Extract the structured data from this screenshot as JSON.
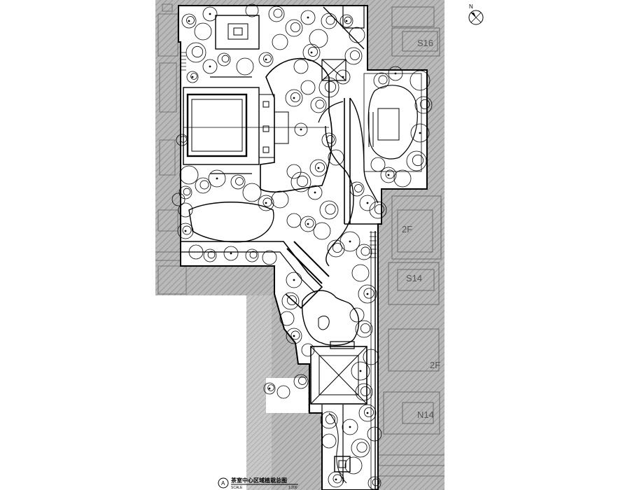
{
  "north_arrow": {
    "letter": "N"
  },
  "buildings": [
    {
      "label": "S16"
    },
    {
      "label": "2F"
    },
    {
      "label": "S14"
    },
    {
      "label": "2F"
    },
    {
      "label": "N14"
    }
  ],
  "title_block": {
    "marker": "A",
    "title": "茶室中心区域植栽总图",
    "scale_label": "SCALE",
    "scale_value": "1:200"
  },
  "colors": {
    "hatch": "#8c8c8c",
    "background_gray": "#b4b4b4",
    "linework": "#000000"
  }
}
